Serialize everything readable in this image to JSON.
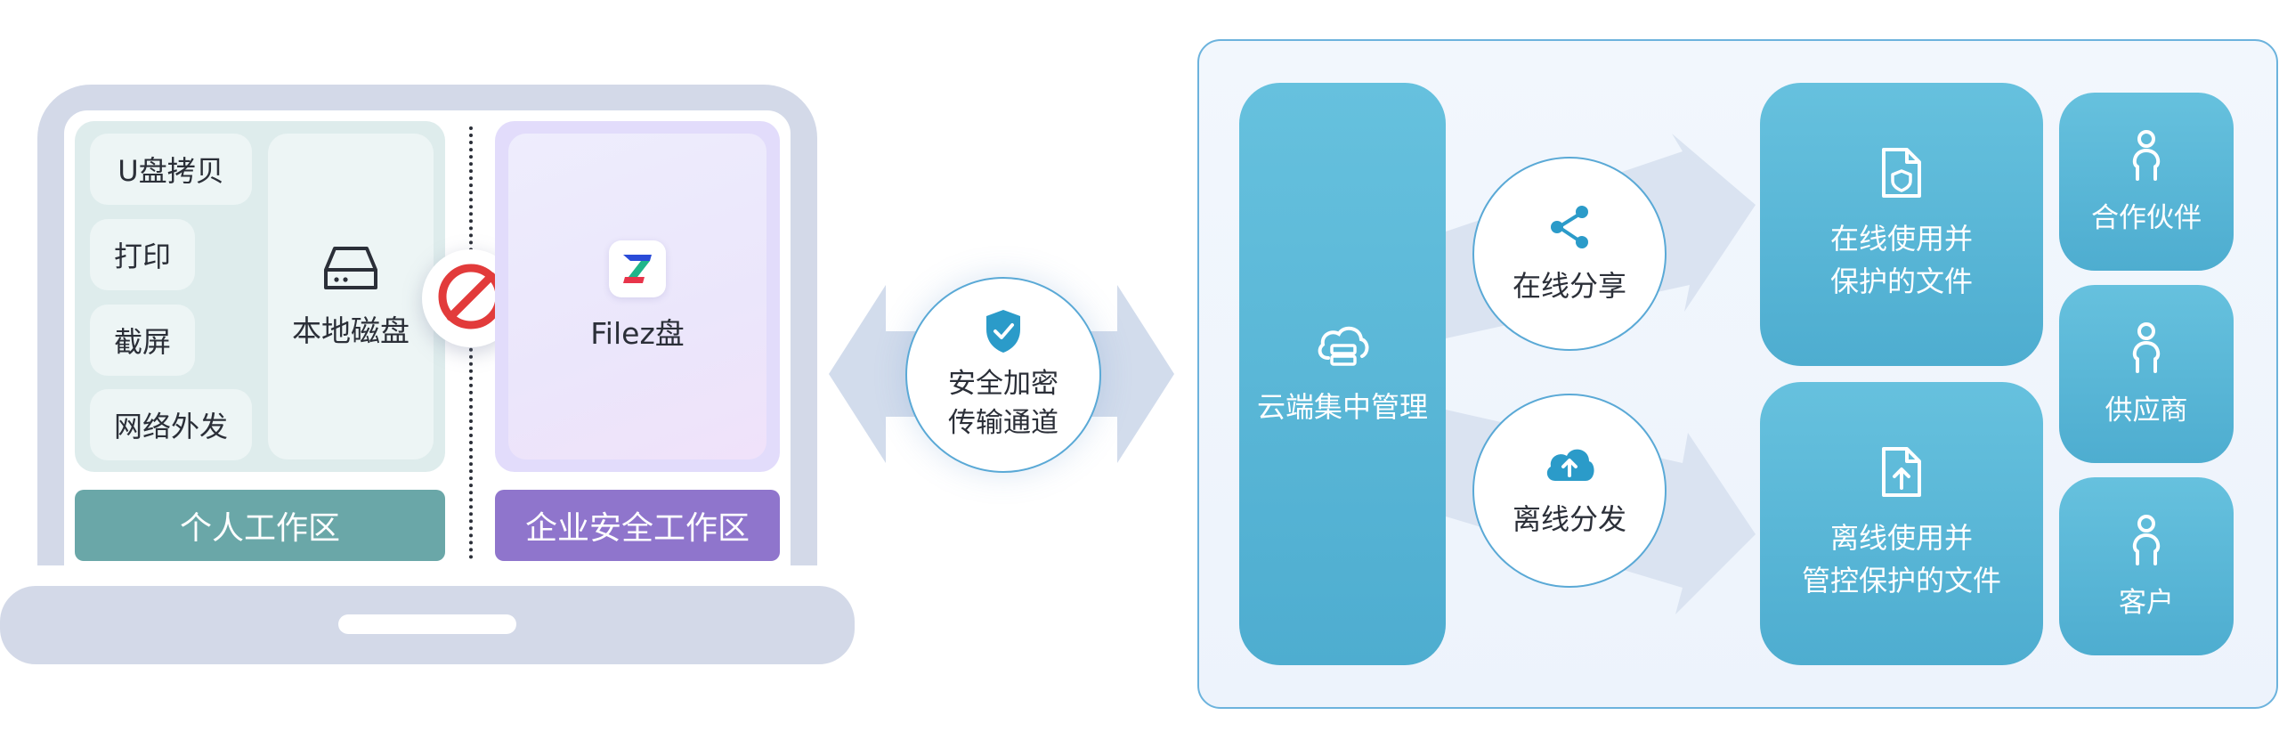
{
  "laptop": {
    "personal_items": [
      "U盘拷贝",
      "打印",
      "截屏",
      "网络外发"
    ],
    "local_disk_label": "本地磁盘",
    "enterprise_disk_label": "Filez盘",
    "personal_zone_label": "个人工作区",
    "enterprise_zone_label": "企业安全工作区"
  },
  "channel": {
    "line1": "安全加密",
    "line2": "传输通道"
  },
  "cloud": {
    "central_label": "云端集中管理",
    "actions": {
      "share": "在线分享",
      "offline": "离线分发"
    },
    "files": {
      "online": {
        "line1": "在线使用并",
        "line2": "保护的文件"
      },
      "offline": {
        "line1": "离线使用并",
        "line2": "管控保护的文件"
      }
    },
    "parties": [
      "合作伙伴",
      "供应商",
      "客户"
    ]
  },
  "colors": {
    "personal_accent": "#6aa7a8",
    "enterprise_accent": "#8f75cc",
    "cloud_teal": "#55b6d6",
    "line_blue": "#5aa9d6",
    "block_red": "#e23b3b"
  },
  "icons": [
    "hard-disk-icon",
    "block-icon",
    "filez-logo-icon",
    "shield-check-icon",
    "cloud-server-icon",
    "share-icon",
    "cloud-upload-icon",
    "file-shield-icon",
    "file-upload-icon",
    "person-icon"
  ]
}
